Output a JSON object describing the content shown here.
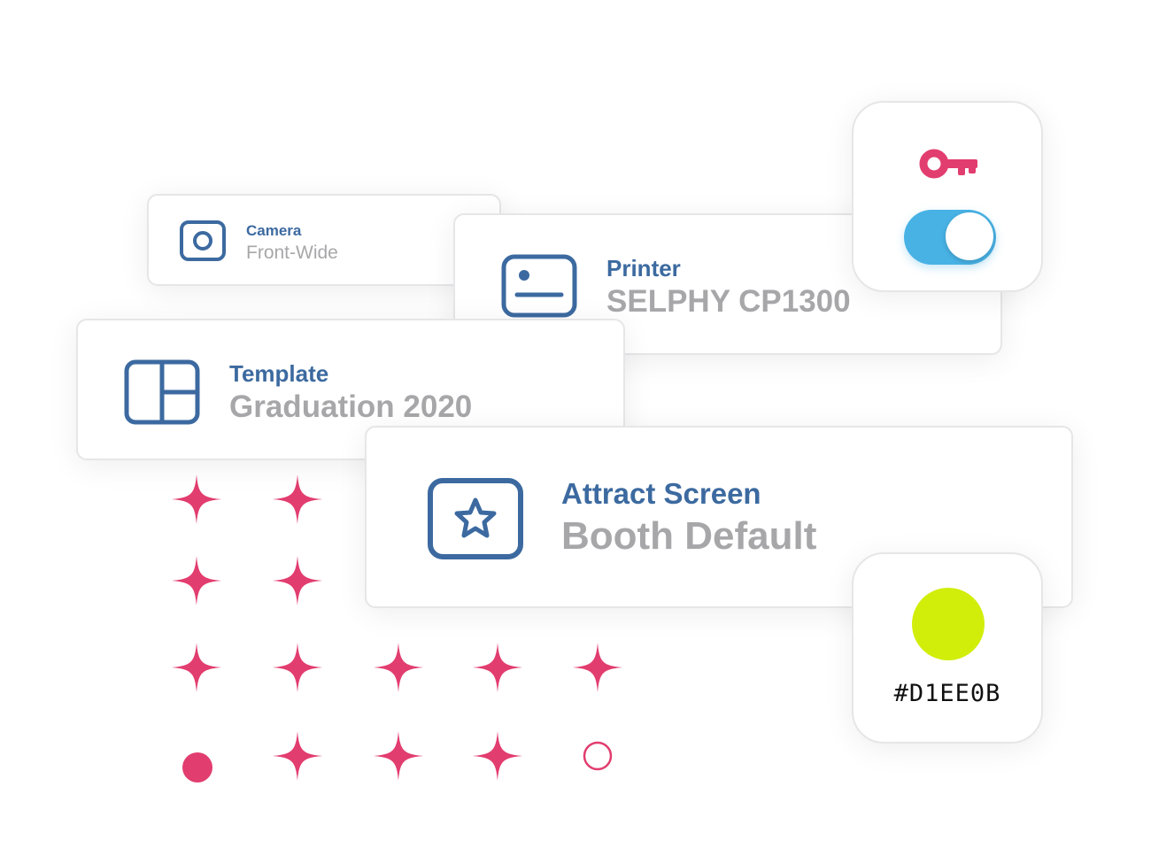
{
  "cards": {
    "camera": {
      "label": "Camera",
      "value": "Front-Wide",
      "icon": "camera-icon"
    },
    "printer": {
      "label": "Printer",
      "value": "SELPHY CP1300",
      "icon": "printer-icon"
    },
    "template": {
      "label": "Template",
      "value": "Graduation 2020",
      "icon": "template-layout-icon"
    },
    "attract": {
      "label": "Attract Screen",
      "value": "Booth Default",
      "icon": "star-screen-icon"
    }
  },
  "toggle": {
    "icon": "key-icon",
    "state": "on"
  },
  "color_picker": {
    "hex": "#D1EE0B",
    "swatch_color": "#D1EE0B"
  },
  "colors": {
    "accent_blue": "#3c6aa0",
    "value_gray": "#a7a7a9",
    "toggle_on": "#48b2e5",
    "pink": "#e23d6f"
  }
}
